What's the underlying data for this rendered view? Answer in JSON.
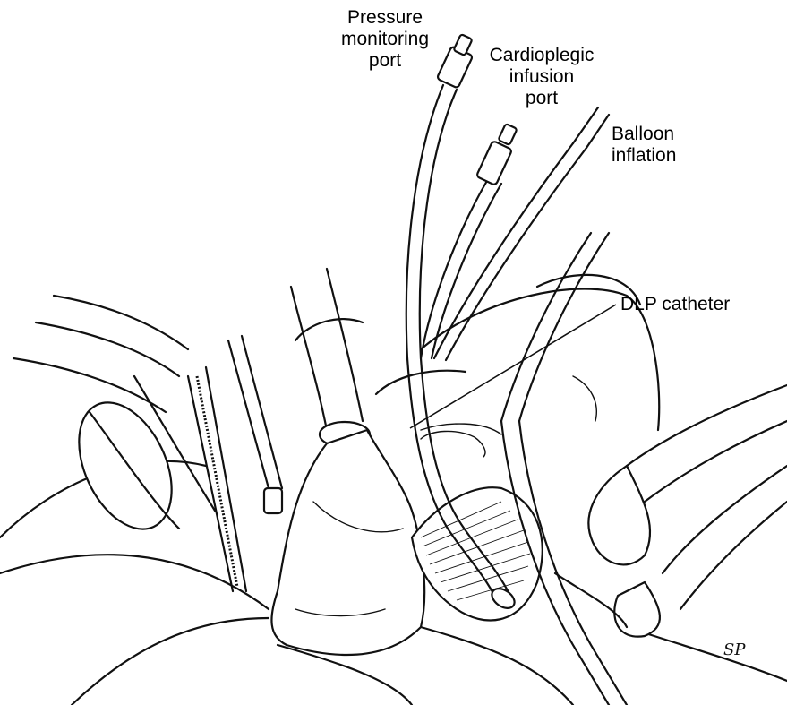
{
  "labels": {
    "pressure_port": "Pressure\nmonitoring\nport",
    "cardioplegic_port": "Cardioplegic\ninfusion\nport",
    "balloon": "Balloon\ninflation",
    "catheter": "DLP catheter"
  },
  "artist_signature": "SP"
}
